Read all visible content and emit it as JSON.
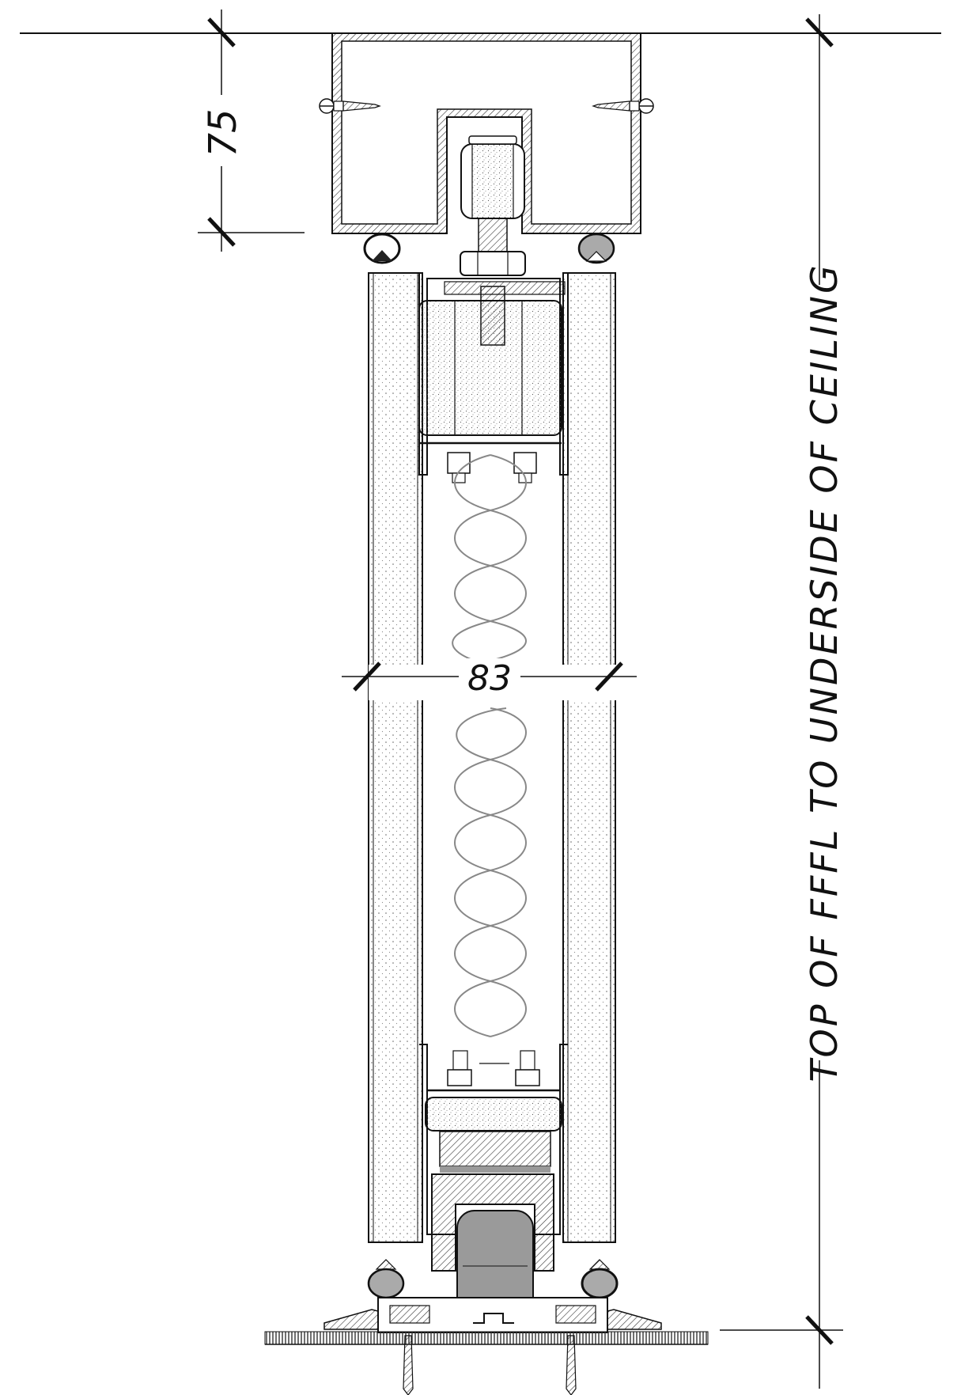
{
  "dimensions": {
    "head_height": "75",
    "panel_width": "83",
    "overall_height": "TOP OF FFFL TO UNDERSIDE OF CEILING"
  },
  "colors": {
    "line": "#111111",
    "insulation": "#888888",
    "fill_gray": "#9a9a9a",
    "floor": "#333333"
  }
}
